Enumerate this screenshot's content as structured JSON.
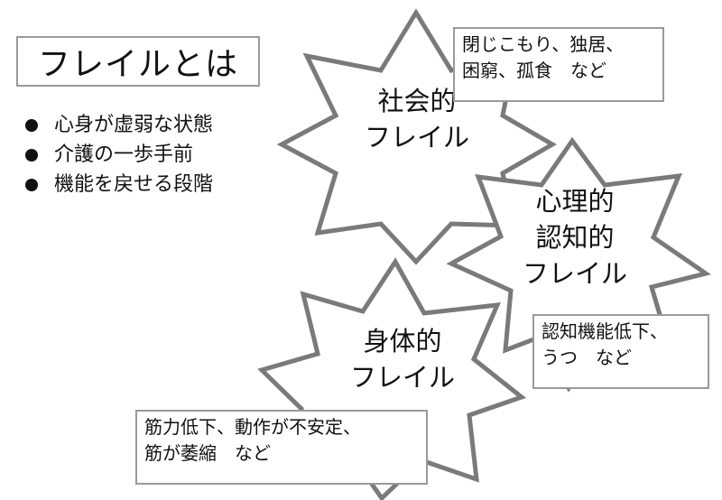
{
  "title": "フレイルとは",
  "bullets": [
    "心身が虚弱な状態",
    "介護の一歩手前",
    "機能を戻せる段階"
  ],
  "stars": {
    "social": {
      "line1": "社会的",
      "line2": "フレイル"
    },
    "psychological": {
      "line1": "心理的",
      "line2": "認知的",
      "line3": "フレイル"
    },
    "physical": {
      "line1": "身体的",
      "line2": "フレイル"
    }
  },
  "notes": {
    "social": {
      "line1": "閉じこもり、独居、",
      "line2": "困窮、孤食　など"
    },
    "psychological": {
      "line1": "認知機能低下、",
      "line2": "うつ　など"
    },
    "physical": {
      "line1": "筋力低下、動作が不安定、",
      "line2": "筋が萎縮　など"
    }
  },
  "colors": {
    "star_outline": "#7a7a7a",
    "box_border": "#9a9a9a",
    "text": "#111111"
  }
}
